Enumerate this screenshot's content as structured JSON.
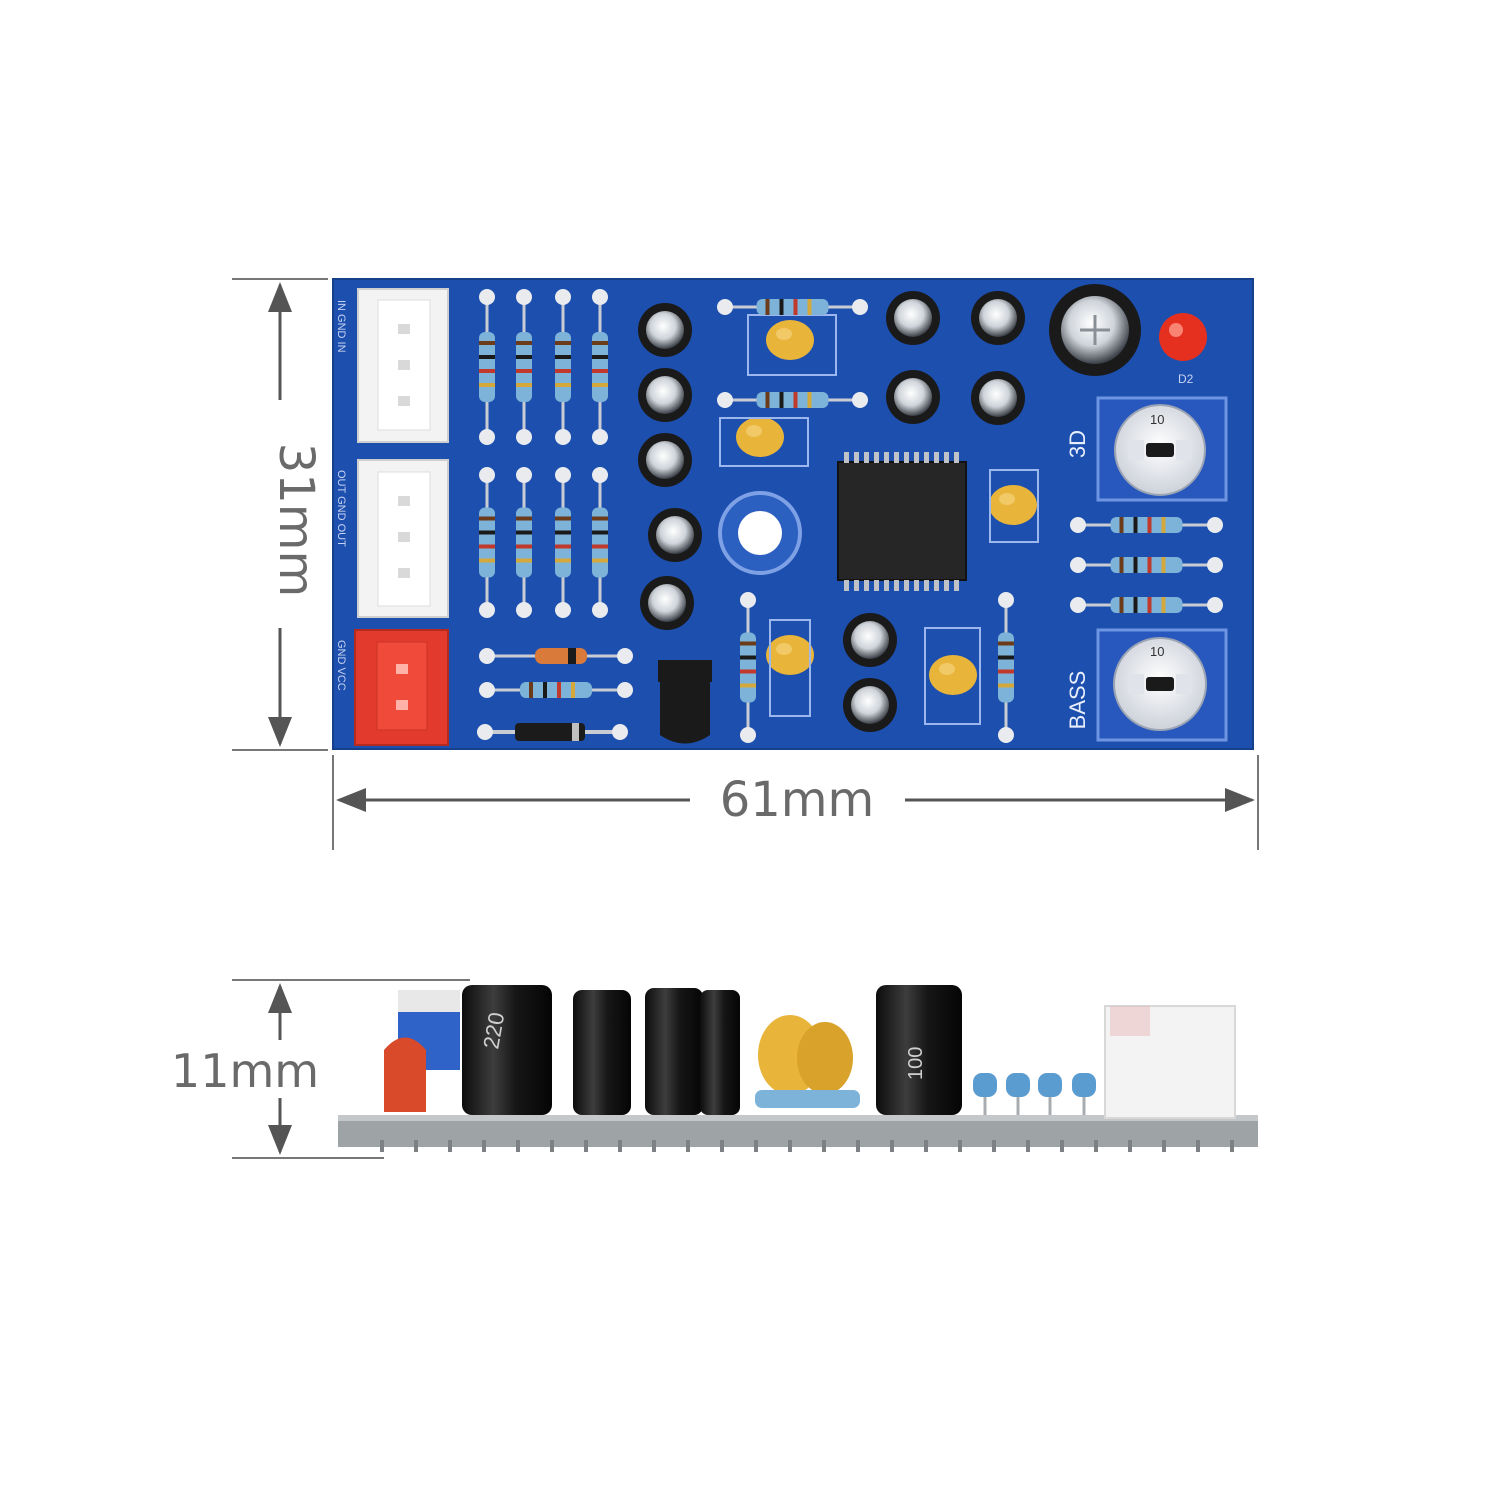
{
  "dimensions": {
    "height_top": "31mm",
    "width_top": "61mm",
    "height_side": "11mm"
  },
  "board_labels": {
    "pot_upper": "3D",
    "pot_lower": "BASS",
    "pot_value_upper": "10",
    "pot_value_lower": "10",
    "side_cap_1": "220",
    "side_cap_2": "100"
  },
  "colors": {
    "pcb": "#1d4fae",
    "pcb_side": "#9ea3a6",
    "connector_white": "#f4f4f4",
    "connector_red": "#e23a2c",
    "capacitor_ceramic": "#e8b43a",
    "capacitor_electrolytic": "#1a1a1a",
    "led": "#e53020",
    "dimension_line": "#555555"
  }
}
